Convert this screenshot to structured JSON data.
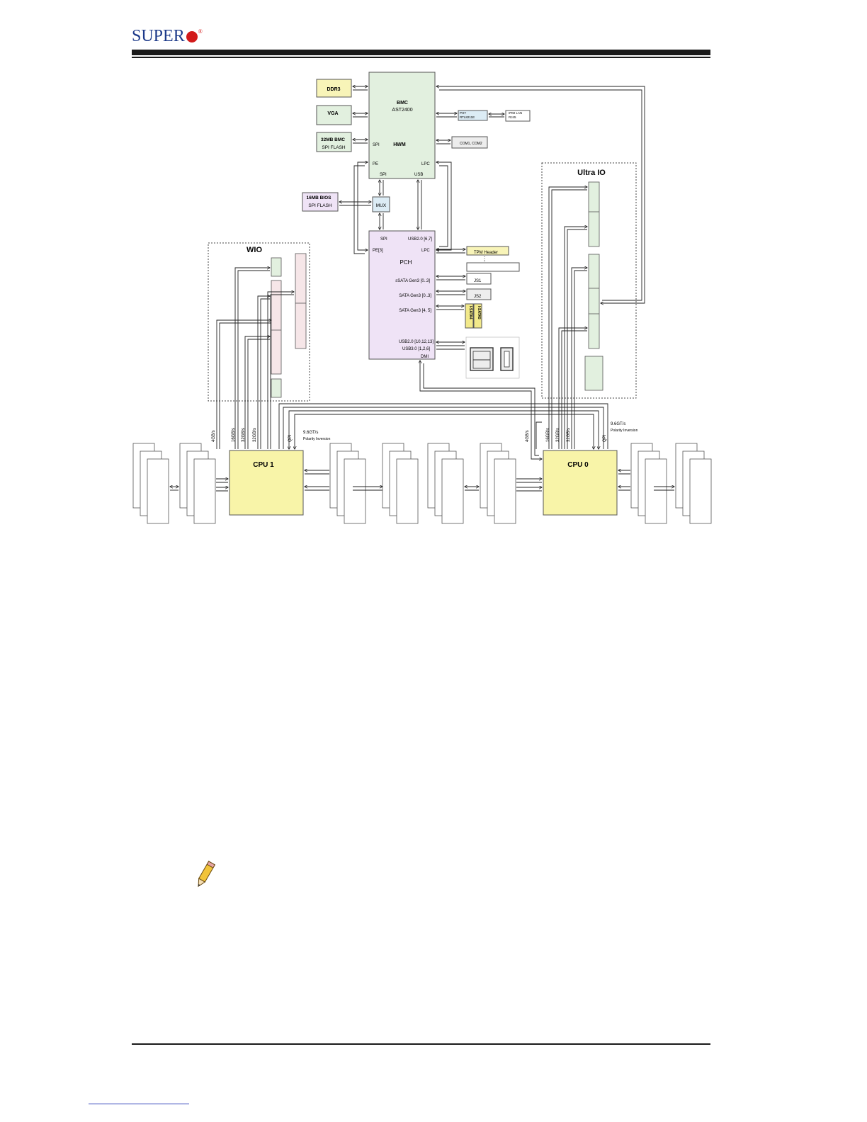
{
  "header": {
    "logo_text": "SUPER"
  },
  "diagram": {
    "bmc": {
      "title": "BMC",
      "chip": "AST2400",
      "hwm": "HWM",
      "spi_left": "SPI",
      "pe": "PE",
      "lpc": "LPC",
      "spi_bottom": "SPI",
      "usb_bottom": "USB"
    },
    "ddr3": "DDR3",
    "vga": "VGA",
    "bmc_flash": {
      "line1": "32MB BMC",
      "line2": "SPI FLASH"
    },
    "phy": {
      "line1": "PHY",
      "line2": "RTL8211E"
    },
    "ipmi": {
      "line1": "IPMI LAN",
      "line2": "RJ45"
    },
    "com": "COM1, COM2",
    "bios_flash": {
      "line1": "16MB BIOS",
      "line2": "SPI FLASH"
    },
    "mux": "MUX",
    "pch": {
      "title": "PCH",
      "spi": "SPI",
      "usb_a": "USB2.0 [6,7]",
      "pe3": "PE[3]",
      "lpc": "LPC",
      "ssata": "sSATA Gen3 [0..3]",
      "sata1": "SATA Gen3 [0..3]",
      "sata2": "SATA Gen3 [4, 5]",
      "usb_b": "USB2.0 [10,12,13]",
      "usb_c": "USB3.0 [1,2,6]",
      "dmi": "DMI"
    },
    "tpm": "TPM Header",
    "js1": "JS1",
    "js2": "JS2",
    "ssata4": "I-SATA4",
    "ssata5": "I-SATA5",
    "wio": "WIO",
    "ultra_io": "Ultra IO",
    "cpu1": "CPU 1",
    "cpu0": "CPU 0",
    "link_labels": {
      "b4": "4GB/s",
      "b16": "16GB/s",
      "b32": "32GB/s",
      "qpi": "QPI"
    },
    "qpi_left": {
      "line1": "9.6GT/s",
      "line2": "Polarity Inversion"
    },
    "qpi_right": {
      "line1": "9.6GT/s",
      "line2": "Polarity Inversion"
    }
  },
  "colors": {
    "yellow": "#f8f4b8",
    "green": "#e2f0df",
    "lilac": "#efe3f6",
    "pink": "#f6e6e8",
    "blue": "#dcecf5",
    "gray": "#ededed",
    "cpu": "#f8f4a8"
  }
}
